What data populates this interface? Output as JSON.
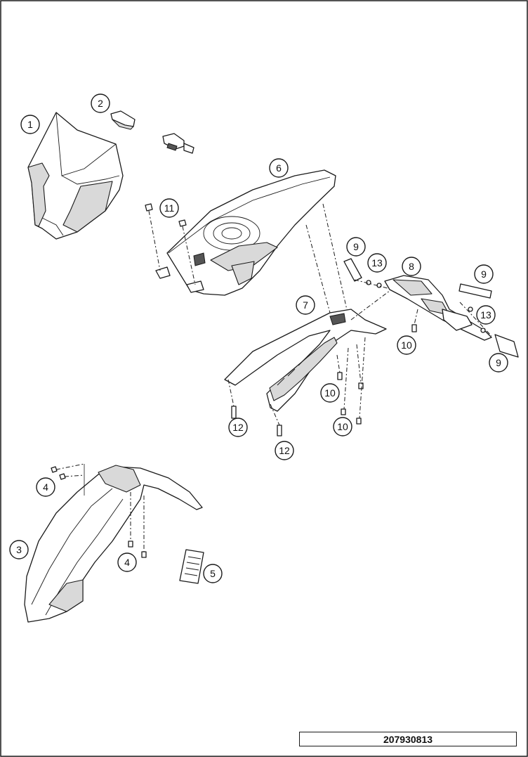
{
  "diagram": {
    "callouts": [
      "1",
      "2",
      "3",
      "4",
      "4",
      "5",
      "6",
      "7",
      "8",
      "9",
      "9",
      "9",
      "10",
      "10",
      "10",
      "11",
      "12",
      "12",
      "13",
      "13"
    ],
    "drawing_number": "207930813"
  }
}
